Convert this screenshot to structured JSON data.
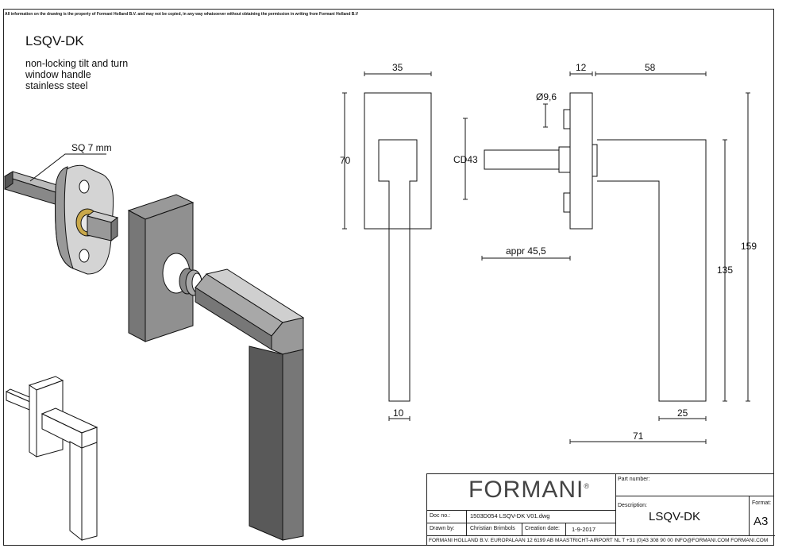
{
  "notice": "All information on the drawing is the property of Formani Holland B.V. and may not be copied, in any way whatsoever without obtaining the permission in writing from Formani Holland B.V",
  "product": {
    "title": "LSQV-DK",
    "description": [
      "non-locking tilt and turn",
      "window handle",
      "stainless steel"
    ]
  },
  "dimensions": {
    "sq": "SQ 7 mm",
    "front_width": "35",
    "front_height": "70",
    "lever_width": "10",
    "side_depth": "12",
    "projection": "58",
    "pin_diameter": "Ø9,6",
    "cd": "CD43",
    "spindle": "appr 45,5",
    "total_height": "159",
    "lever_length": "135",
    "grip_width": "25",
    "total_projection": "71"
  },
  "title_block": {
    "logo": "FORMANI",
    "logo_mark": "®",
    "part_number_label": "Part number:",
    "description_label": "Description:",
    "description_value": "LSQV-DK",
    "format_label": "Format:",
    "format_value": "A3",
    "doc_no_label": "Doc no.:",
    "doc_no_value": "1503D054 LSQV-DK V01.dwg",
    "drawn_by_label": "Drawn by:",
    "drawn_by_value": "Christian Brimbols",
    "creation_date_label": "Creation date:",
    "creation_date_value": "1-9-2017",
    "footer": "FORMANI HOLLAND B.V.  EUROPALAAN 12  6199 AB MAASTRICHT-AIRPORT NL  T +31 (0)43 308 90 00 INFO@FORMANI.COM FORMANI.COM"
  }
}
